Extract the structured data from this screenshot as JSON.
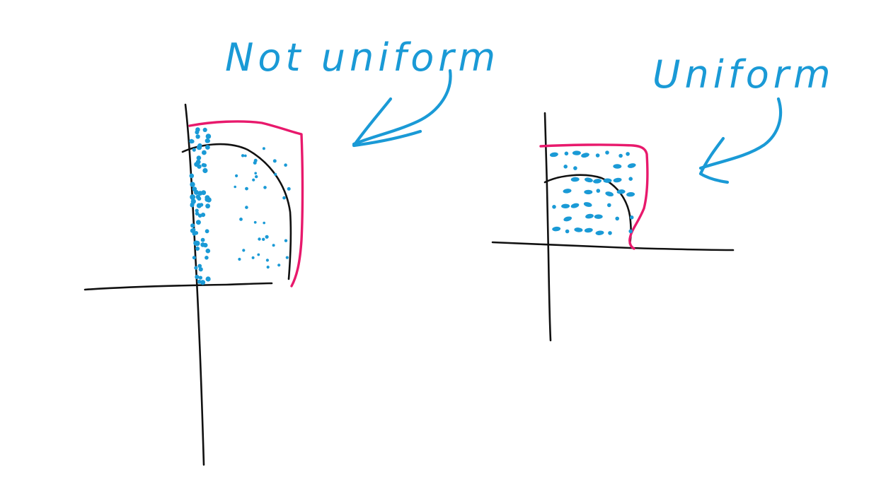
{
  "labels": {
    "left": "Not uniform",
    "right": "Uniform"
  },
  "colors": {
    "axes": "#111111",
    "boundary": "#e8196c",
    "points": "#1a9ad6",
    "annotation": "#1a9ad6",
    "background": "#ffffff"
  },
  "panels": [
    {
      "name": "left-panel",
      "distribution": "not-uniform"
    },
    {
      "name": "right-panel",
      "distribution": "uniform"
    }
  ]
}
